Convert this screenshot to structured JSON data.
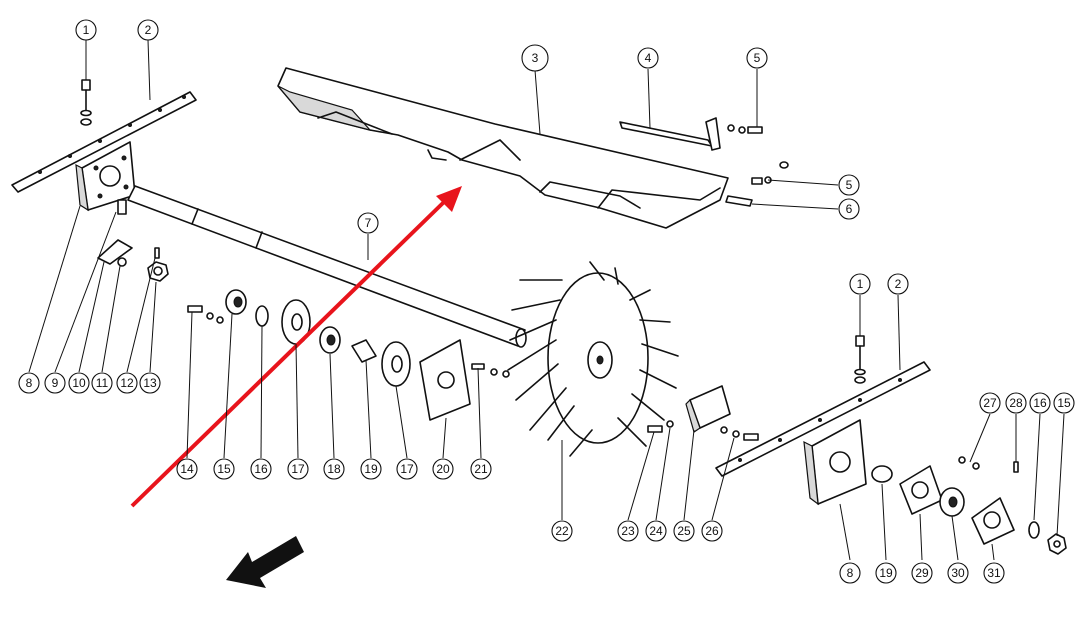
{
  "highlight_color": "#b5cc4a",
  "arrow_color": "#e8141c",
  "callouts": [
    {
      "id": "c1a",
      "label": "1"
    },
    {
      "id": "c2a",
      "label": "2"
    },
    {
      "id": "c3",
      "label": "3",
      "highlighted": true
    },
    {
      "id": "c4",
      "label": "4"
    },
    {
      "id": "c5a",
      "label": "5"
    },
    {
      "id": "c5b",
      "label": "5"
    },
    {
      "id": "c6",
      "label": "6"
    },
    {
      "id": "c7",
      "label": "7"
    },
    {
      "id": "c1b",
      "label": "1"
    },
    {
      "id": "c2b",
      "label": "2"
    },
    {
      "id": "c8a",
      "label": "8"
    },
    {
      "id": "c9",
      "label": "9"
    },
    {
      "id": "c10",
      "label": "10"
    },
    {
      "id": "c11",
      "label": "11"
    },
    {
      "id": "c12",
      "label": "12"
    },
    {
      "id": "c13",
      "label": "13"
    },
    {
      "id": "c14",
      "label": "14"
    },
    {
      "id": "c15a",
      "label": "15"
    },
    {
      "id": "c16a",
      "label": "16"
    },
    {
      "id": "c17a",
      "label": "17"
    },
    {
      "id": "c18",
      "label": "18"
    },
    {
      "id": "c19a",
      "label": "19"
    },
    {
      "id": "c17b",
      "label": "17"
    },
    {
      "id": "c20",
      "label": "20"
    },
    {
      "id": "c21",
      "label": "21"
    },
    {
      "id": "c22",
      "label": "22"
    },
    {
      "id": "c23",
      "label": "23"
    },
    {
      "id": "c24",
      "label": "24"
    },
    {
      "id": "c25",
      "label": "25"
    },
    {
      "id": "c26",
      "label": "26"
    },
    {
      "id": "c27",
      "label": "27"
    },
    {
      "id": "c28",
      "label": "28"
    },
    {
      "id": "c16b",
      "label": "16"
    },
    {
      "id": "c15b",
      "label": "15"
    },
    {
      "id": "c8b",
      "label": "8"
    },
    {
      "id": "c19b",
      "label": "19"
    },
    {
      "id": "c29",
      "label": "29"
    },
    {
      "id": "c30",
      "label": "30"
    },
    {
      "id": "c31",
      "label": "31"
    }
  ]
}
